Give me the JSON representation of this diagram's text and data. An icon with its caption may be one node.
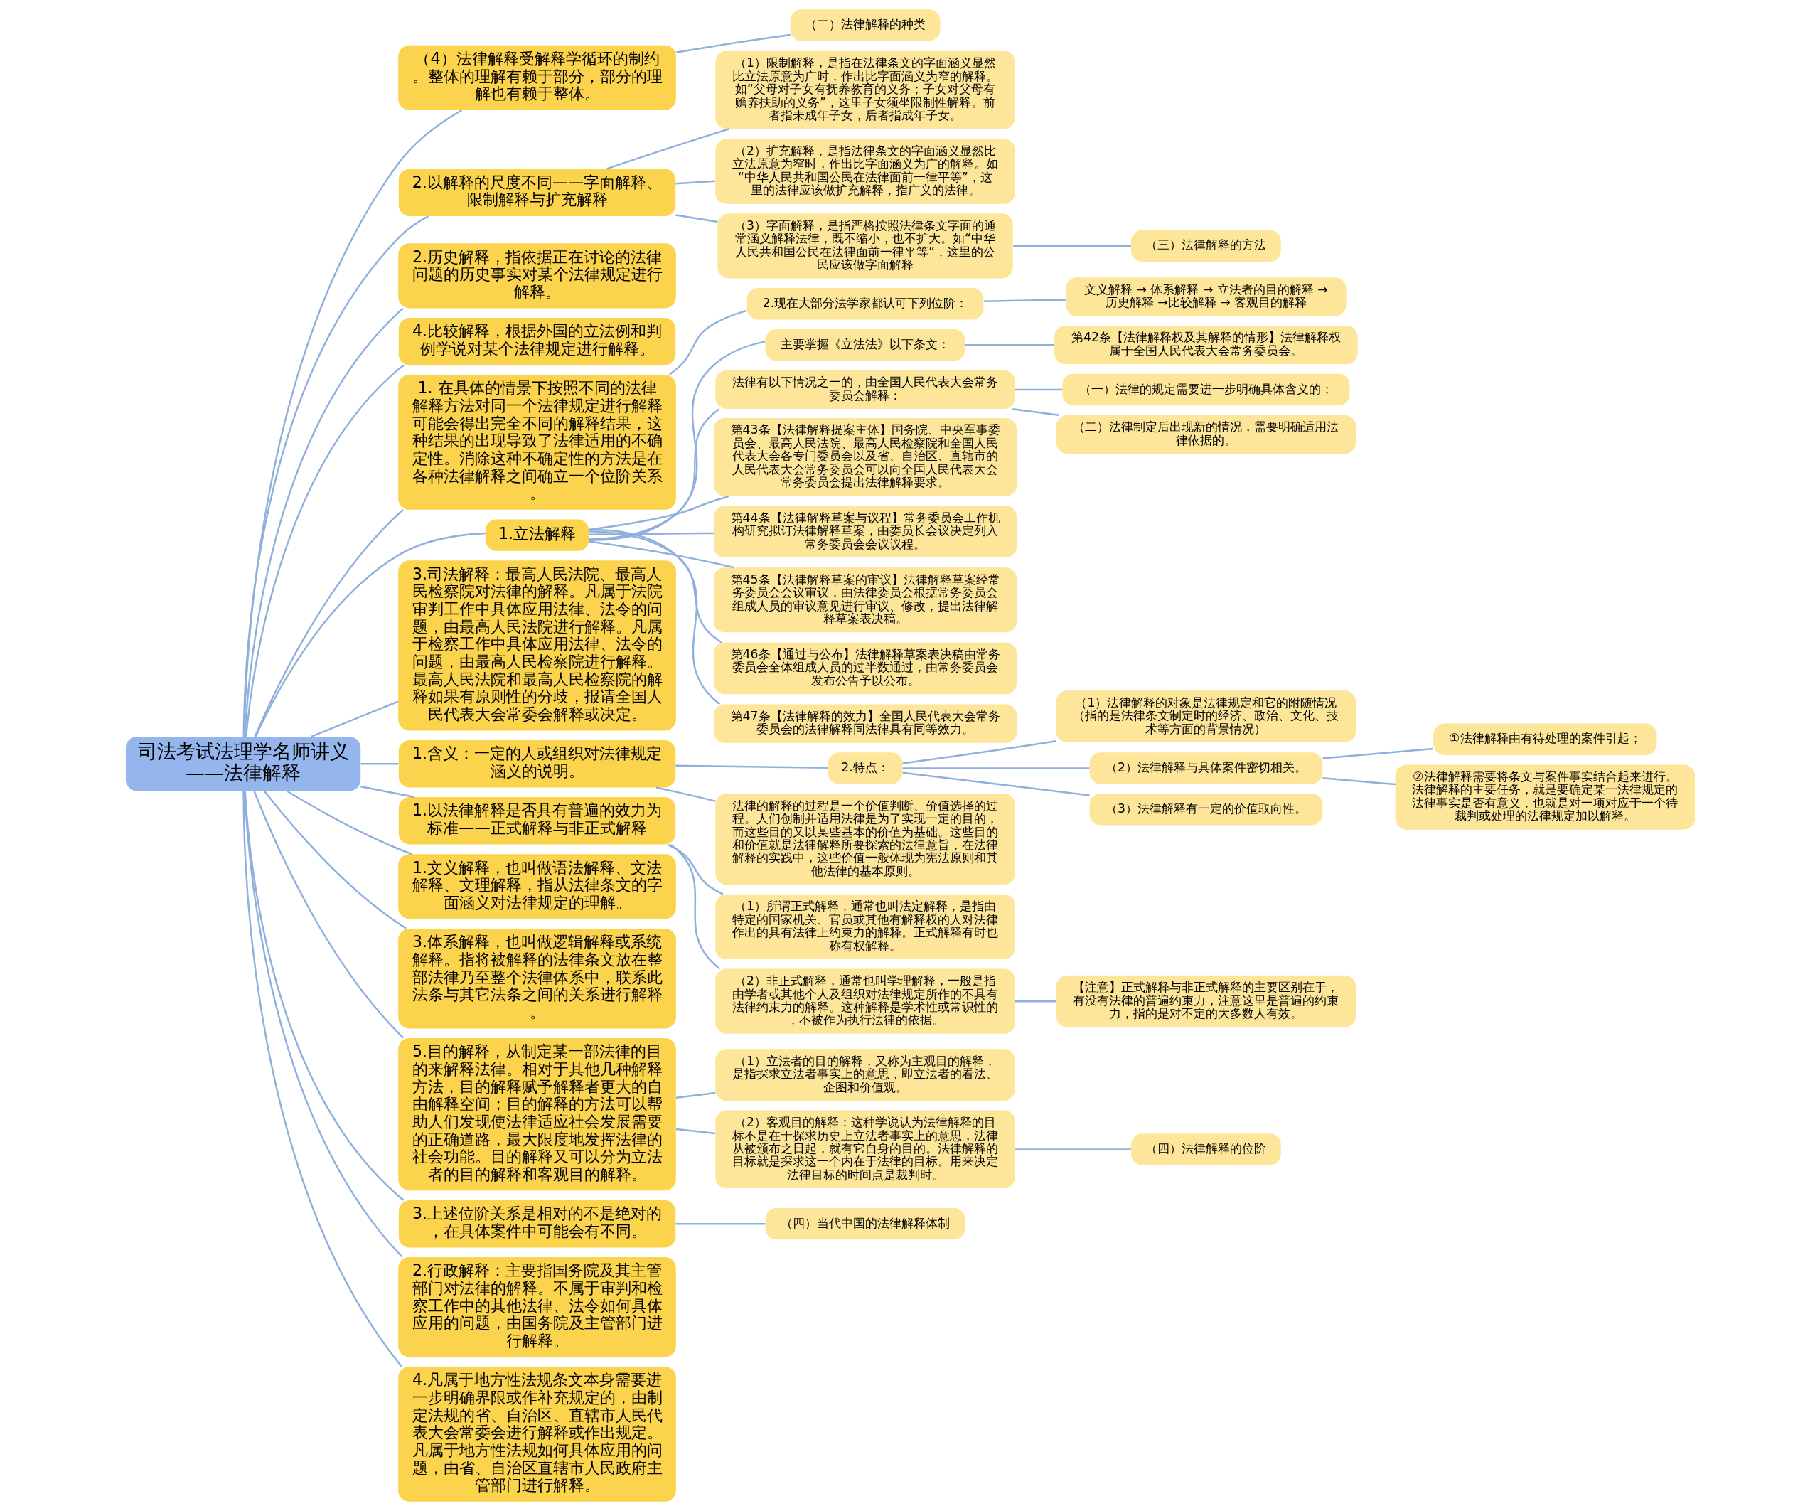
{
  "diagram": {
    "nodes": [
      {
        "text": [
          "司法考试法理学名师讲义——法律解释"
        ]
      },
      {
        "text": [
          "（4）法律解释受解释学循环的制约。整体的理解有赖于部分，部分的理解也有赖于整体。"
        ]
      },
      {
        "text": [
          "（二）法律解释的种类"
        ]
      },
      {
        "text": [
          "2.以解释的尺度不同——字面解释、限制解释与扩充解释"
        ]
      },
      {
        "text": [
          "（1）限制解释，是指在法律条文的字面涵义显然比立法原意为广时，作出比字面涵义为窄的解释。如“父母对子女有抚养教育的义务；子女对父母有赡养扶助的义务”，这里子女须坐限制性解释。前者指未成年子女，后者指成年子女。"
        ]
      },
      {
        "text": [
          "（2）扩充解释，是指法律条文的字面涵义显然比立法原意为窄时，作出比字面涵义为广的解释。如“中华人民共和国公民在法律面前一律平等”，这里的法律应该做扩充解释，指广义的法律。"
        ]
      },
      {
        "text": [
          "（3）字面解释，是指严格按照法律条文字面的通常涵义解释法律，既不缩小，也不扩大。如“中华人民共和国公民在法律面前一律平等”，这里的公民应该做字面解释"
        ]
      },
      {
        "text": [
          "（三）法律解释的方法"
        ]
      },
      {
        "text": [
          "2.历史解释，指依据正在讨论的法律问题的历史事实对某个法律规定进行解释。"
        ]
      },
      {
        "text": [
          "4.比较解释，根据外国的立法例和判例学说对某个法律规定进行解释。"
        ]
      },
      {
        "text": [
          "1. 在具体的情景下按照不同的法律解释方法对同一个法律规定进行解释可能会得出完全不同的解释结果，这种结果的出现导致了法律适用的不确定性。消除这种不确定性的方法是在各种法律解释之间确立一个位阶关系。"
        ]
      },
      {
        "text": [
          "2.现在大部分法学家都认可下列位阶："
        ]
      },
      {
        "text": [
          "文义解释 → 体系解释 → 立法者的目的解释 → 历史解释 →比较解释 → 客观目的解释"
        ]
      },
      {
        "text": [
          "1.立法解释"
        ]
      },
      {
        "text": [
          "主要掌握《立法法》以下条文："
        ]
      },
      {
        "text": [
          "第42条【法律解释权及其解释的情形】法律解释权属于全国人民代表大会常务委员会。"
        ]
      },
      {
        "text": [
          "法律有以下情况之一的，由全国人民代表大会常务委员会解释："
        ]
      },
      {
        "text": [
          "（一）法律的规定需要进一步明确具体含义的；"
        ]
      },
      {
        "text": [
          "（二）法律制定后出现新的情况，需要明确适用法律依据的。"
        ]
      },
      {
        "text": [
          "第43条【法律解释提案主体】国务院、中央军事委员会、最高人民法院、最高人民检察院和全国人民代表大会各专门委员会以及省、自治区、直辖市的人民代表大会常务委员会可以向全国人民代表大会常务委员会提出法律解释要求。"
        ]
      },
      {
        "text": [
          "第44条【法律解释草案与议程】常务委员会工作机构研究拟订法律解释草案，由委员长会议决定列入常务委员会会议议程。"
        ]
      },
      {
        "text": [
          "第45条【法律解释草案的审议】法律解释草案经常务委员会会议审议，由法律委员会根据常务委员会组成人员的审议意见进行审议、修改，提出法律解释草案表决稿。"
        ]
      },
      {
        "text": [
          "第46条【通过与公布】法律解释草案表决稿由常务委员会全体组成人员的过半数通过，由常务委员会发布公告予以公布。"
        ]
      },
      {
        "text": [
          "第47条【法律解释的效力】全国人民代表大会常务委员会的法律解释同法律具有同等效力。"
        ]
      },
      {
        "text": [
          "3.司法解释：最高人民法院、最高人民检察院对法律的解释。凡属于法院审判工作中具体应用法律、法令的问题，由最高人民法院进行解释。凡属于检察工作中具体应用法律、法令的问题，由最高人民检察院进行解释。最高人民法院和最高人民检察院的解释如果有原则性的分歧，报请全国人民代表大会常委会解释或决定。"
        ]
      },
      {
        "text": [
          "1.含义：一定的人或组织对法律规定涵义的说明。"
        ]
      },
      {
        "text": [
          "2.特点："
        ]
      },
      {
        "text": [
          "（1）法律解释的对象是法律规定和它的附随情况（指的是法律条文制定时的经济、政治、文化、技术等方面的背景情况）"
        ]
      },
      {
        "text": [
          "（2）法律解释与具体案件密切相关。"
        ]
      },
      {
        "text": [
          "①法律解释由有待处理的案件引起；"
        ]
      },
      {
        "text": [
          "②法律解释需要将条文与案件事实结合起来进行。法律解释的主要任务，就是要确定某一法律规定的法律事实是否有意义，也就是对一项对应于一个待裁判或处理的法律规定加以解释。"
        ]
      },
      {
        "text": [
          "（3）法律解释有一定的价值取向性。"
        ]
      },
      {
        "text": [
          "法律的解释的过程是一个价值判断、价值选择的过程。人们创制并适用法律是为了实现一定的目的，而这些目的又以某些基本的价值为基础。这些目的和价值就是法律解释所要探索的法律意旨，在法律解释的实践中，这些价值一般体现为宪法原则和其他法律的基本原则。"
        ]
      },
      {
        "text": [
          "1.以法律解释是否具有普遍的效力为标准——正式解释与非正式解释"
        ]
      },
      {
        "text": [
          "（1）所谓正式解释，通常也叫法定解释，是指由特定的国家机关、官员或其他有解释权的人对法律作出的具有法律上约束力的解释。正式解释有时也称有权解释。"
        ]
      },
      {
        "text": [
          "（2）非正式解释，通常也叫学理解释，一般是指由学者或其他个人及组织对法律规定所作的不具有法律约束力的解释。这种解释是学术性或常识性的，不被作为执行法律的依据。"
        ]
      },
      {
        "text": [
          "【注意】正式解释与非正式解释的主要区别在于，有没有法律的普遍约束力，注意这里是普遍的约束力，指的是对不定的大多数人有效。"
        ]
      },
      {
        "text": [
          "1.文义解释，也叫做语法解释、文法解释、文理解释，指从法律条文的字面涵义对法律规定的理解。"
        ]
      },
      {
        "text": [
          "3.体系解释，也叫做逻辑解释或系统解释。指将被解释的法律条文放在整部法律乃至整个法律体系中，联系此法条与其它法条之间的关系进行解释。"
        ]
      },
      {
        "text": [
          "5.目的解释，从制定某一部法律的目的来解释法律。相对于其他几种解释方法，目的解释赋予解释者更大的自由解释空间；目的解释的方法可以帮助人们发现使法律适应社会发展需要的正确道路，最大限度地发挥法律的社会功能。目的解释又可以分为立法者的目的解释和客观目的解释。"
        ]
      },
      {
        "text": [
          "（1）立法者的目的解释，又称为主观目的解释，是指探求立法者事实上的意思，即立法者的看法、企图和价值观。"
        ]
      },
      {
        "text": [
          "（2）客观目的解释：这种学说认为法律解释的目标不是在于探求历史上立法者事实上的意思，法律从被颁布之日起，就有它自身的目的。法律解释的目标就是探求这一个内在于法律的目标。用来决定法律目标的时间点是裁判时。"
        ]
      },
      {
        "text": [
          "（四）法律解释的位阶"
        ]
      },
      {
        "text": [
          "3.上述位阶关系是相对的不是绝对的，在具体案件中可能会有不同。"
        ]
      },
      {
        "text": [
          "（四）当代中国的法律解释体制"
        ]
      },
      {
        "text": [
          "2.行政解释：主要指国务院及其主管部门对法律的解释。不属于审判和检察工作中的其他法律、法令如何具体应用的问题，由国务院及主管部门进行解释。"
        ]
      },
      {
        "text": [
          "4.凡属于地方性法规条文本身需要进一步明确界限或作补充规定的，由制定法规的省、自治区、直辖市人民代表大会常委会进行解释或作出规定。凡属于地方性法规如何具体应用的问题，由省、自治区直辖市人民政府主管部门进行解释。"
        ]
      }
    ],
    "edges": [
      {
        "from": 0,
        "to": 1,
        "arrow": "none"
      },
      {
        "from": 1,
        "to": 2,
        "arrow": "none"
      },
      {
        "from": 0,
        "to": 3,
        "arrow": "none"
      },
      {
        "from": 3,
        "to": 4,
        "arrow": "none"
      },
      {
        "from": 3,
        "to": 5,
        "arrow": "none"
      },
      {
        "from": 3,
        "to": 6,
        "arrow": "none"
      },
      {
        "from": 6,
        "to": 7,
        "arrow": "none"
      },
      {
        "from": 0,
        "to": 8,
        "arrow": "none"
      },
      {
        "from": 0,
        "to": 9,
        "arrow": "none"
      },
      {
        "from": 0,
        "to": 10,
        "arrow": "none"
      },
      {
        "from": 10,
        "to": 11,
        "arrow": "none"
      },
      {
        "from": 11,
        "to": 12,
        "arrow": "none"
      },
      {
        "from": 0,
        "to": 13,
        "arrow": "none"
      },
      {
        "from": 13,
        "to": 14,
        "arrow": "none"
      },
      {
        "from": 14,
        "to": 15,
        "arrow": "none"
      },
      {
        "from": 13,
        "to": 16,
        "arrow": "none"
      },
      {
        "from": 16,
        "to": 17,
        "arrow": "none"
      },
      {
        "from": 16,
        "to": 18,
        "arrow": "none"
      },
      {
        "from": 13,
        "to": 19,
        "arrow": "none"
      },
      {
        "from": 13,
        "to": 20,
        "arrow": "none"
      },
      {
        "from": 13,
        "to": 21,
        "arrow": "none"
      },
      {
        "from": 13,
        "to": 22,
        "arrow": "none"
      },
      {
        "from": 13,
        "to": 23,
        "arrow": "none"
      },
      {
        "from": 0,
        "to": 24,
        "arrow": "none"
      },
      {
        "from": 0,
        "to": 25,
        "arrow": "none"
      },
      {
        "from": 25,
        "to": 26,
        "arrow": "none"
      },
      {
        "from": 26,
        "to": 27,
        "arrow": "none"
      },
      {
        "from": 26,
        "to": 28,
        "arrow": "none"
      },
      {
        "from": 28,
        "to": 29,
        "arrow": "none"
      },
      {
        "from": 28,
        "to": 30,
        "arrow": "none"
      },
      {
        "from": 26,
        "to": 31,
        "arrow": "none"
      },
      {
        "from": 25,
        "to": 32,
        "arrow": "none"
      },
      {
        "from": 0,
        "to": 33,
        "arrow": "none"
      },
      {
        "from": 33,
        "to": 34,
        "arrow": "none"
      },
      {
        "from": 33,
        "to": 35,
        "arrow": "none"
      },
      {
        "from": 35,
        "to": 36,
        "arrow": "none"
      },
      {
        "from": 0,
        "to": 37,
        "arrow": "none"
      },
      {
        "from": 0,
        "to": 38,
        "arrow": "none"
      },
      {
        "from": 0,
        "to": 39,
        "arrow": "none"
      },
      {
        "from": 39,
        "to": 40,
        "arrow": "none"
      },
      {
        "from": 39,
        "to": 41,
        "arrow": "none"
      },
      {
        "from": 41,
        "to": 42,
        "arrow": "none"
      },
      {
        "from": 0,
        "to": 43,
        "arrow": "none"
      },
      {
        "from": 43,
        "to": 44,
        "arrow": "none"
      },
      {
        "from": 0,
        "to": 45,
        "arrow": "none"
      },
      {
        "from": 0,
        "to": 46,
        "arrow": "none"
      }
    ]
  }
}
